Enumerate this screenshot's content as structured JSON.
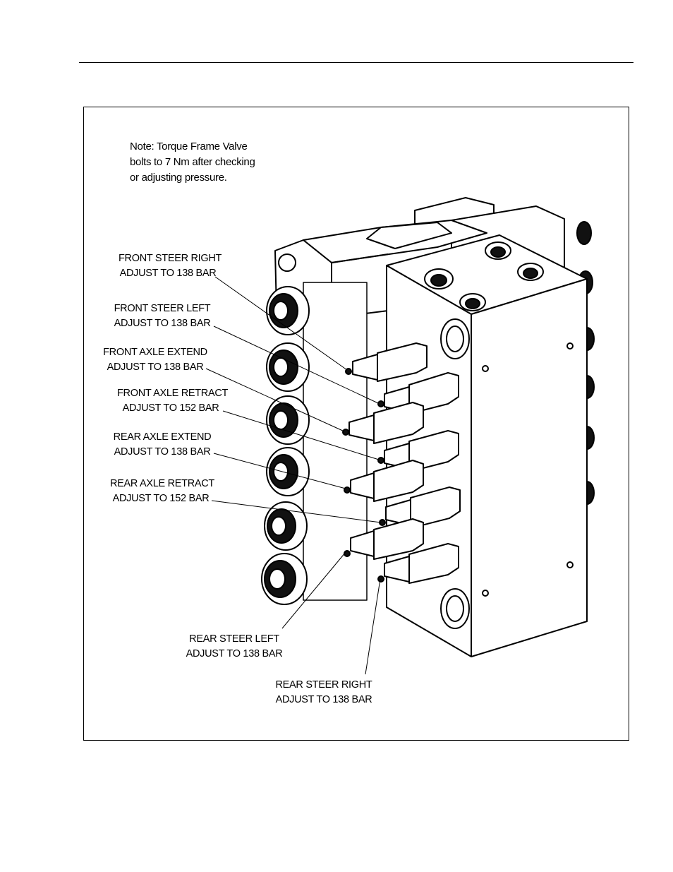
{
  "note": {
    "lines": [
      "Note: Torque Frame Valve",
      "bolts to 7 Nm after checking",
      "or adjusting pressure."
    ]
  },
  "callouts": {
    "front_steer_right": {
      "name": "FRONT STEER RIGHT",
      "setting": "ADJUST TO 138 BAR"
    },
    "front_steer_left": {
      "name": "FRONT STEER LEFT",
      "setting": "ADJUST TO 138 BAR"
    },
    "front_axle_extend": {
      "name": "FRONT AXLE EXTEND",
      "setting": "ADJUST TO 138 BAR"
    },
    "front_axle_retract": {
      "name": "FRONT AXLE RETRACT",
      "setting": "ADJUST TO 152 BAR"
    },
    "rear_axle_extend": {
      "name": "REAR AXLE EXTEND",
      "setting": "ADJUST TO 138 BAR"
    },
    "rear_axle_retract": {
      "name": "REAR AXLE RETRACT",
      "setting": "ADJUST TO 152 BAR"
    },
    "rear_steer_left": {
      "name": "REAR STEER LEFT",
      "setting": "ADJUST TO 138 BAR"
    },
    "rear_steer_right": {
      "name": "REAR STEER RIGHT",
      "setting": "ADJUST TO 138 BAR"
    }
  }
}
